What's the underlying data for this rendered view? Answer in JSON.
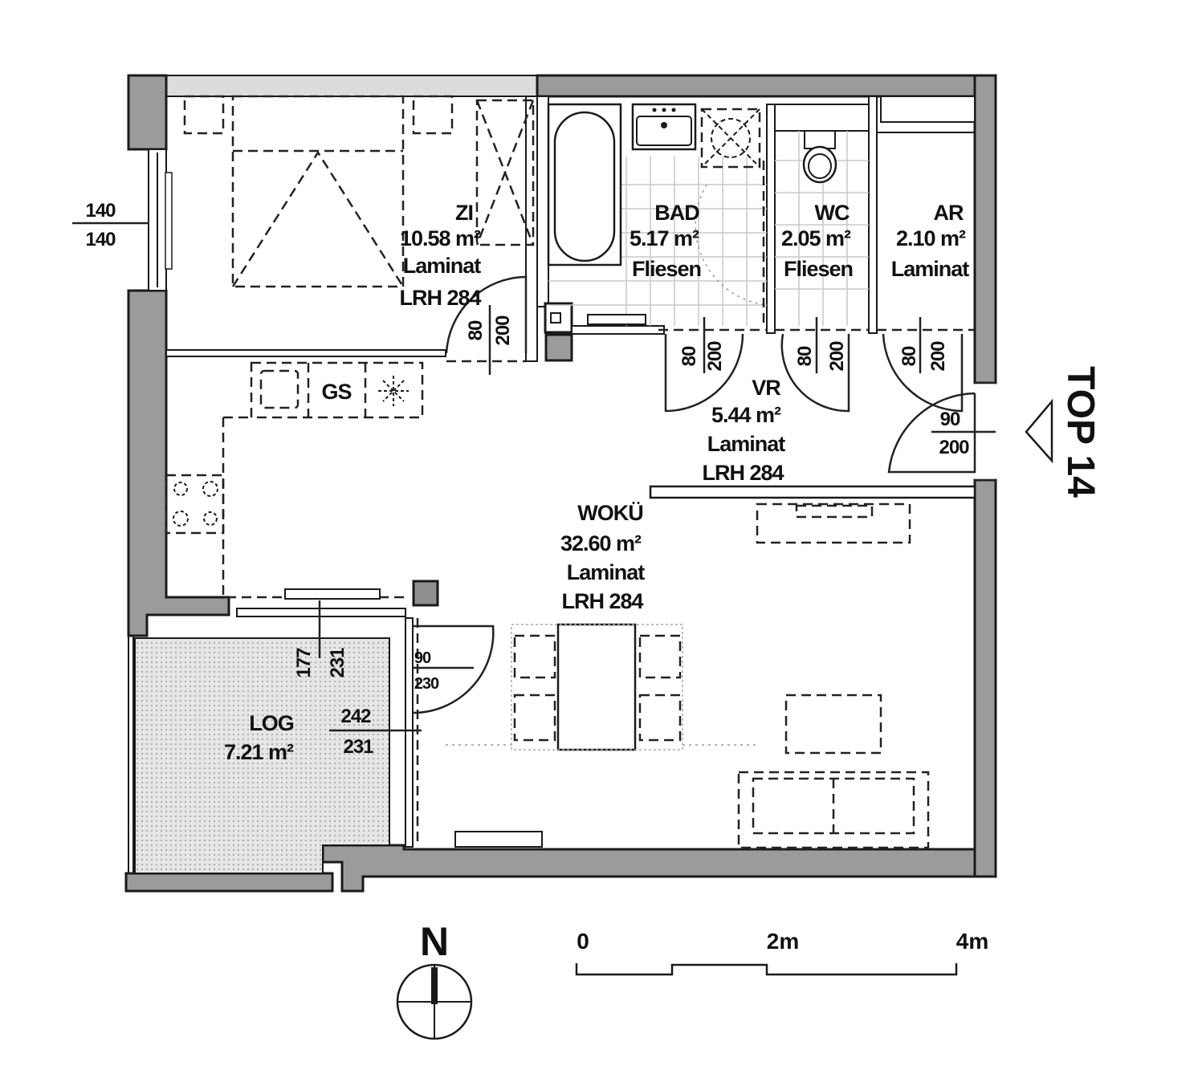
{
  "plan_title": "TOP 14",
  "rooms": {
    "zi": {
      "name": "ZI",
      "area": "10.58  m²",
      "floor": "Laminat",
      "height": "LRH 284"
    },
    "bad": {
      "name": "BAD",
      "area": "5.17  m²",
      "floor": "Fliesen"
    },
    "wc": {
      "name": "WC",
      "area": "2.05  m²",
      "floor": "Fliesen"
    },
    "ar": {
      "name": "AR",
      "area": "2.10  m²",
      "floor": "Laminat"
    },
    "vr": {
      "name": "VR",
      "area": "5.44  m²",
      "floor": "Laminat",
      "height": "LRH 284"
    },
    "woku": {
      "name": "WOKÜ",
      "area": "32.60  m²",
      "floor": "Laminat",
      "height": "LRH 284"
    },
    "log": {
      "name": "LOG",
      "area": "7.21  m²"
    }
  },
  "fixtures": {
    "gs": "GS"
  },
  "dimensions": {
    "window_zi": {
      "top": "140",
      "bottom": "140"
    },
    "door_zi": {
      "width": "80",
      "height": "200"
    },
    "door_bad": {
      "width": "80",
      "height": "200"
    },
    "door_wc": {
      "width": "80",
      "height": "200"
    },
    "door_ar": {
      "width": "80",
      "height": "200"
    },
    "door_entry": {
      "width": "90",
      "height": "200"
    },
    "door_log": {
      "width": "90",
      "height": "230"
    },
    "window_log_top": {
      "width": "177",
      "height": "231"
    },
    "window_log_side": {
      "width": "242",
      "height": "231"
    }
  },
  "scale_bar": {
    "labels": [
      "0",
      "2m",
      "4m"
    ]
  },
  "north": {
    "label": "N"
  }
}
